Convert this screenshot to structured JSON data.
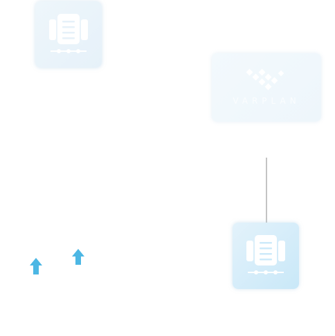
{
  "diagram": {
    "nodes": [
      {
        "id": "server-faded",
        "icon": "server-icon",
        "state": "faded"
      },
      {
        "id": "server-active",
        "icon": "server-icon",
        "state": "active"
      }
    ],
    "logo": {
      "wordmark": "VARPLAN",
      "icon": "varplan-logo-icon"
    },
    "connector": {
      "from": "logo",
      "to": "server-active"
    },
    "arrows": [
      {
        "icon": "arrow-up-icon"
      },
      {
        "icon": "arrow-up-icon"
      }
    ],
    "colors": {
      "accent": "#4cb7e4",
      "tile_active": "#cdeafa",
      "tile_faded": "#eaf4fa",
      "connector": "#c4c4c4"
    }
  }
}
